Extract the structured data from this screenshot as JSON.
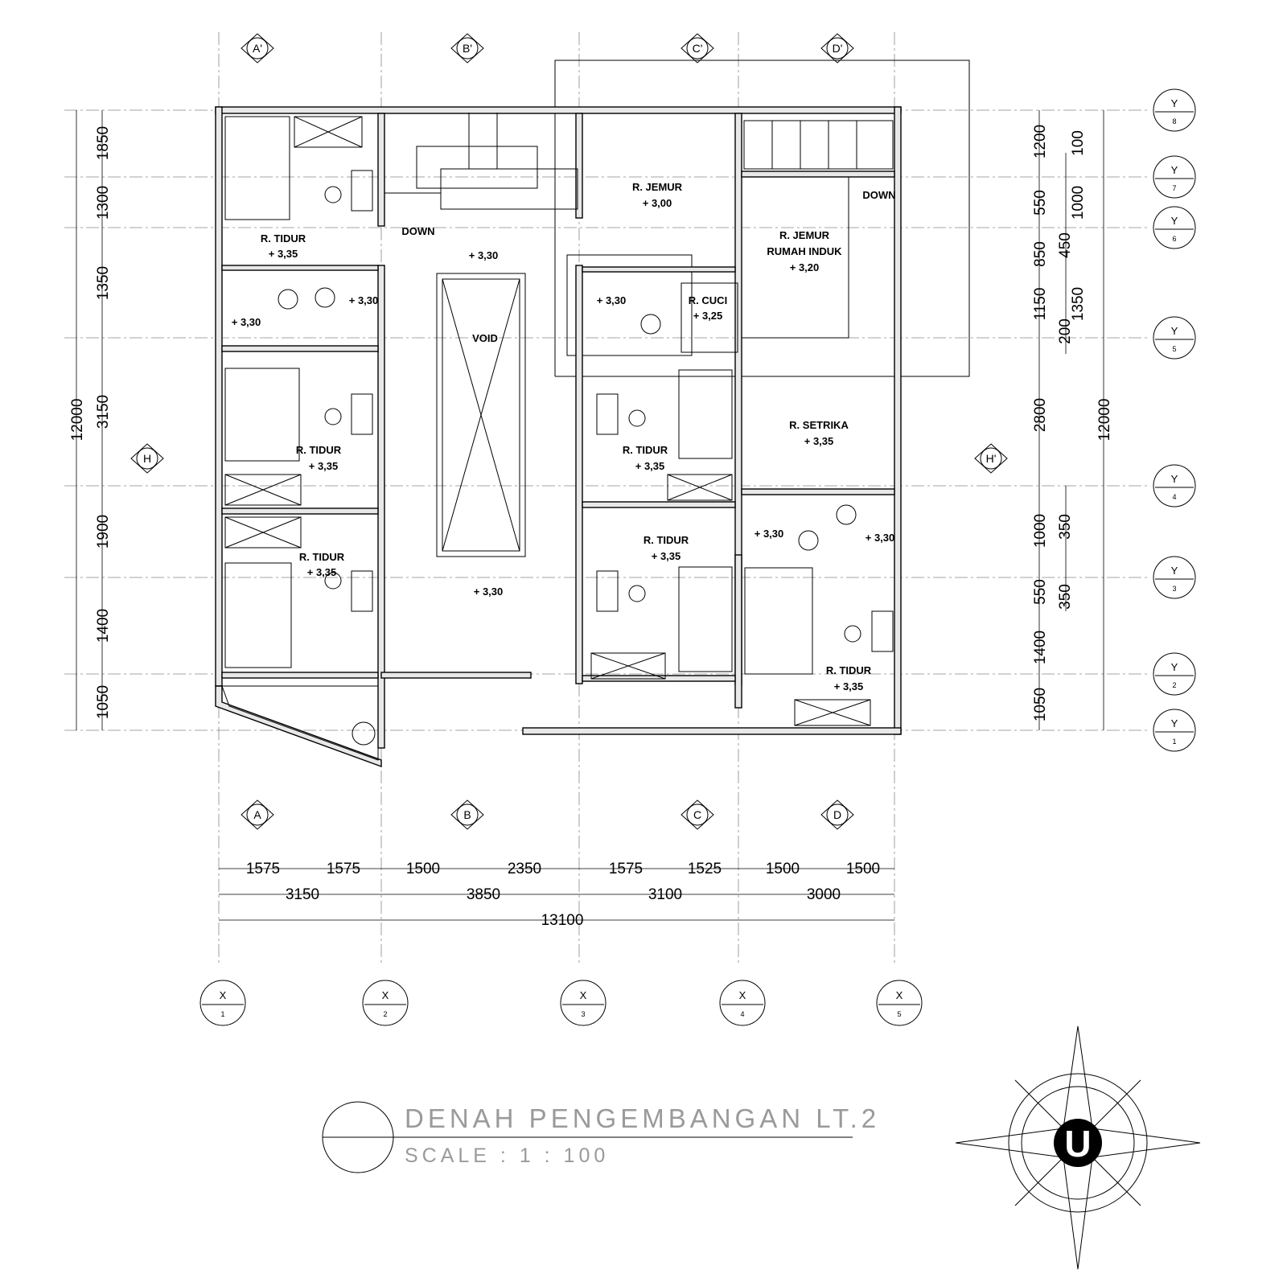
{
  "drawing": {
    "title": "DENAH PENGEMBANGAN LT.2",
    "scale": "SCALE  :  1  :  100",
    "north_label": "U"
  },
  "rooms": [
    {
      "name": "R. TIDUR",
      "elev": "+ 3,35"
    },
    {
      "name": "R. TIDUR",
      "elev": "+ 3,35"
    },
    {
      "name": "R. TIDUR",
      "elev": "+ 3,35"
    },
    {
      "name": "R. JEMUR",
      "elev": "+ 3,00"
    },
    {
      "name": "R. JEMUR",
      "name2": "RUMAH INDUK",
      "elev": "+ 3,20"
    },
    {
      "name": "R. CUCI",
      "elev": "+ 3,25"
    },
    {
      "name": "R. TIDUR",
      "elev": "+ 3,35"
    },
    {
      "name": "R. SETRIKA",
      "elev": "+ 3,35"
    },
    {
      "name": "R. TIDUR",
      "elev": "+ 3,35"
    },
    {
      "name": "R. TIDUR",
      "elev": "+ 3,35"
    }
  ],
  "labels": {
    "void": "VOID",
    "down_left": "DOWN",
    "down_right": "DOWN",
    "elev_hall_top": "+ 3,30",
    "elev_hall_bottom": "+ 3,30",
    "elev_wc1": "+ 3,30",
    "elev_wc2": "+ 3,30",
    "elev_wc3": "+ 3,30",
    "elev_wc4": "+ 3,30",
    "elev_wc5": "+ 3,30"
  },
  "section_marks": {
    "top": [
      "A'",
      "B'",
      "C'",
      "D'"
    ],
    "bottom": [
      "A",
      "B",
      "C",
      "D"
    ],
    "side": [
      "H",
      "H'"
    ]
  },
  "grid_x": [
    {
      "axis": "X",
      "num": "1"
    },
    {
      "axis": "X",
      "num": "2"
    },
    {
      "axis": "X",
      "num": "3"
    },
    {
      "axis": "X",
      "num": "4"
    },
    {
      "axis": "X",
      "num": "5"
    }
  ],
  "grid_y": [
    {
      "axis": "Y",
      "num": "8"
    },
    {
      "axis": "Y",
      "num": "7"
    },
    {
      "axis": "Y",
      "num": "6"
    },
    {
      "axis": "Y",
      "num": "5"
    },
    {
      "axis": "Y",
      "num": "4"
    },
    {
      "axis": "Y",
      "num": "3"
    },
    {
      "axis": "Y",
      "num": "2"
    },
    {
      "axis": "Y",
      "num": "1"
    }
  ],
  "dims_bottom": {
    "row1": [
      "1575",
      "1575",
      "1500",
      "2350",
      "1575",
      "1525",
      "1500",
      "1500"
    ],
    "row2": [
      "3150",
      "3850",
      "3100",
      "3000"
    ],
    "total": "13100"
  },
  "dims_left": {
    "segments": [
      "1850",
      "1300",
      "1350",
      "3150",
      "1900",
      "1400",
      "1050"
    ],
    "total": "12000"
  },
  "dims_right": {
    "segments": [
      "1200",
      "550",
      "850",
      "1150",
      "2800",
      "1000",
      "550",
      "1400",
      "1050"
    ],
    "sub": [
      "100",
      "1000",
      "450",
      "200",
      "1350",
      "350",
      "350"
    ],
    "total": "12000"
  }
}
